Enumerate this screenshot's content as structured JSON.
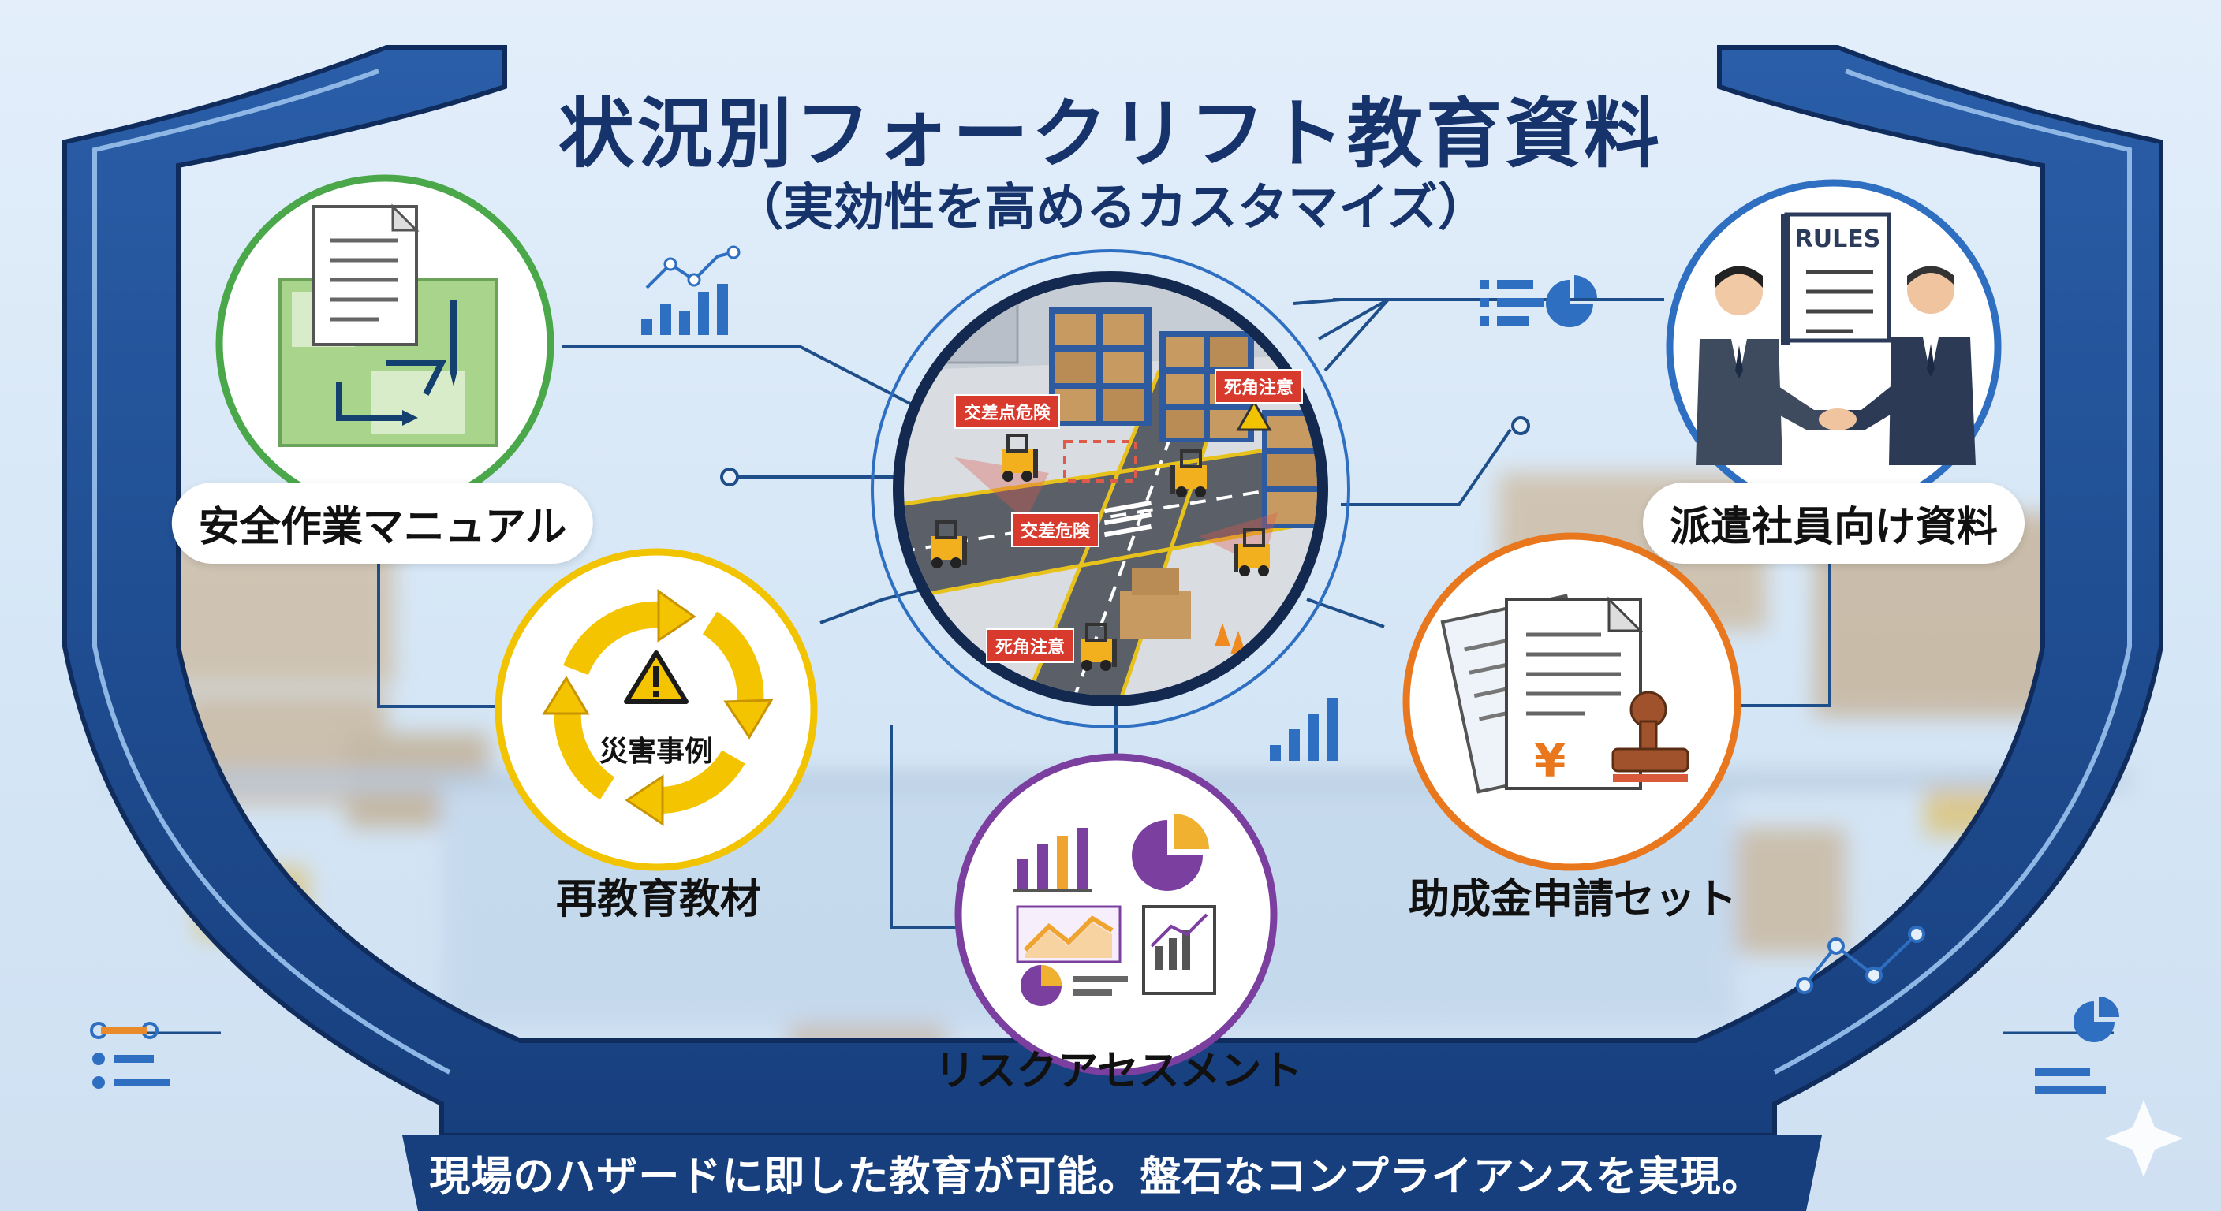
{
  "title": "状況別フォークリフト教育資料",
  "subtitle": "（実効性を高めるカスタマイズ）",
  "items": [
    {
      "label": "安全作業マニュアル",
      "icon": "manual-map-icon",
      "ring_color": "#4aa84a"
    },
    {
      "label": "再教育教材",
      "icon": "cycle-warning-icon",
      "inner_text": "災害事例",
      "ring_color": "#f2c300"
    },
    {
      "label": "リスクアセスメント",
      "icon": "charts-icon",
      "ring_color": "#7b3fa0"
    },
    {
      "label": "助成金申請セット",
      "icon": "document-stamp-icon",
      "ring_color": "#e9771e"
    },
    {
      "label": "派遣社員向け資料",
      "icon": "handshake-icon",
      "inner_text": "RULES",
      "ring_color": "#2f6fc2"
    }
  ],
  "center": {
    "icon": "warehouse-map-icon",
    "tags": [
      "交差点危険",
      "死角注意",
      "交差危険",
      "死角注意"
    ]
  },
  "banner": "現場のハザードに即した教育が可能。盤石なコンプライアンスを実現。",
  "colors": {
    "navy": "#16336b",
    "shield": "#1f4f96",
    "background": "#dbe8f6"
  }
}
